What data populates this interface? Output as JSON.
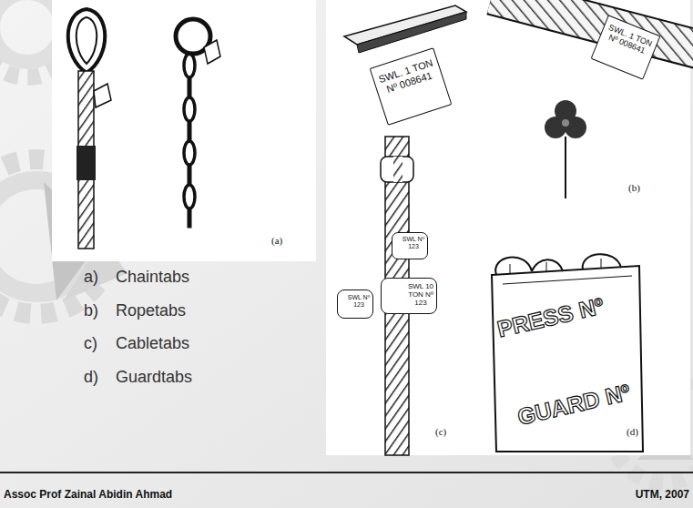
{
  "diagram": {
    "nodes": [
      {
        "text": [
          "SWL. 1 TON Nº 008641"
        ]
      },
      {
        "text": [
          "SWL. 1 TON Nº 008641"
        ]
      },
      {
        "text": [
          "SWL Nº 123"
        ]
      },
      {
        "text": [
          "SWL 10 TON Nº 123"
        ]
      },
      {
        "text": [
          "SWL Nº 123"
        ]
      },
      {
        "text": [
          "PRESS Nº",
          "GUARD Nº"
        ]
      }
    ],
    "labels": [
      "(a)",
      "(b)",
      "(c)",
      "(d)",
      "a)",
      "Chaintabs",
      "b)",
      "Ropetabs",
      "c)",
      "Cabletabs",
      "d)",
      "Guardtabs",
      "Assoc Prof Zainal Abidin Ahmad",
      "UTM, 2007"
    ]
  }
}
